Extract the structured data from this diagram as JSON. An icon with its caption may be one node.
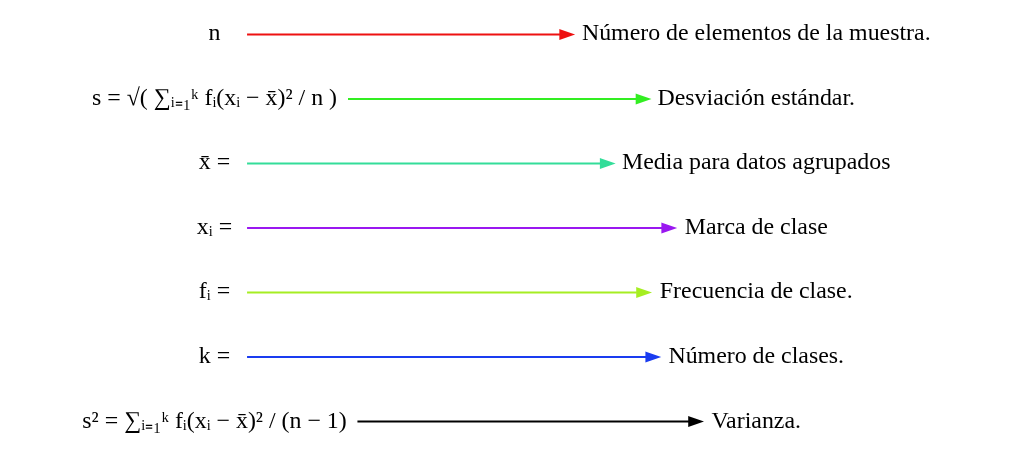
{
  "diagram": {
    "nodes": [
      {
        "text": [
          "s² = ∑ᵢ₌₁ᵏ fᵢ(xᵢ − x̄)² / (n − 1)"
        ]
      },
      {
        "text": [
          "k ="
        ]
      },
      {
        "text": [
          "fᵢ ="
        ]
      },
      {
        "text": [
          "xᵢ ="
        ]
      },
      {
        "text": [
          "x̄ ="
        ]
      },
      {
        "text": [
          "s = √( ∑ᵢ₌₁ᵏ fᵢ(xᵢ − x̄)² / n )"
        ]
      },
      {
        "text": [
          "n"
        ]
      },
      {
        "text": [
          "Media para datos agrupados"
        ]
      },
      {
        "text": [
          "Marca de clase"
        ]
      },
      {
        "text": [
          "Número de elementos de la muestra."
        ]
      },
      {
        "text": [
          "Varianza."
        ]
      },
      {
        "text": [
          "Frecuencia de clase."
        ]
      },
      {
        "text": [
          "Número de clases."
        ]
      },
      {
        "text": [
          "Desviación estándar."
        ]
      }
    ],
    "edges": [
      {
        "from": 0,
        "to": 10,
        "arrow": "to"
      },
      {
        "from": 1,
        "to": 12,
        "arrow": "to",
        "color": "#1a3cf0"
      },
      {
        "from": 2,
        "to": 11,
        "arrow": "to",
        "color": "#a6ee22"
      },
      {
        "from": 3,
        "to": 8,
        "arrow": "to",
        "color": "#9a18f0"
      },
      {
        "from": 4,
        "to": 7,
        "arrow": "to",
        "color": "#33dd99"
      },
      {
        "from": 5,
        "to": 13,
        "arrow": "to",
        "color": "#33ee22"
      },
      {
        "from": 6,
        "to": 9,
        "arrow": "to",
        "color": "#ee1111"
      }
    ]
  }
}
